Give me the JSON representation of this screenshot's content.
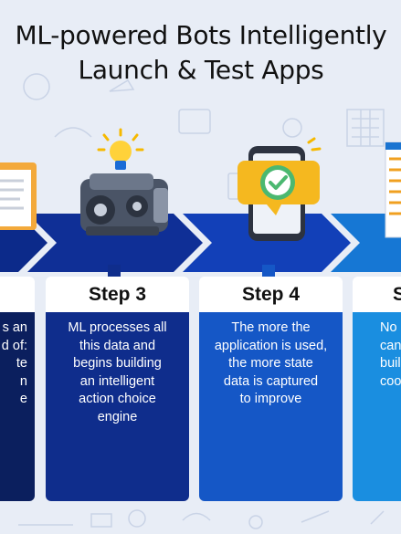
{
  "title": {
    "line1": "ML-powered Bots Intelligently",
    "line2": "Launch & Test Apps"
  },
  "colors": {
    "background": "#e8edf6",
    "arrow_dark": "#0c2a8a",
    "arrow_mid": "#1240b8",
    "arrow_blue": "#1677d4",
    "card_dark": "#0b1f5e",
    "card_mid": "#0f2d8c",
    "card_blue": "#1557c6",
    "card_light": "#1a8ee0"
  },
  "steps": [
    {
      "heading": "",
      "lines": [
        "s an",
        "d of:",
        "te",
        "n",
        "e"
      ]
    },
    {
      "heading": "Step 3",
      "lines": [
        "ML processes all",
        "this data and",
        "begins building",
        "an intelligent",
        "action choice",
        "engine"
      ]
    },
    {
      "heading": "Step 4",
      "lines": [
        "The more the",
        "application is used,",
        "the more state",
        "data is captured",
        "to improve"
      ]
    },
    {
      "heading": "S",
      "lines": [
        "No",
        "can",
        "buil",
        "coo"
      ]
    }
  ],
  "icons": [
    "document-icon",
    "engine-lightbulb-icon",
    "phone-checkmark-icon",
    "report-screen-icon"
  ]
}
